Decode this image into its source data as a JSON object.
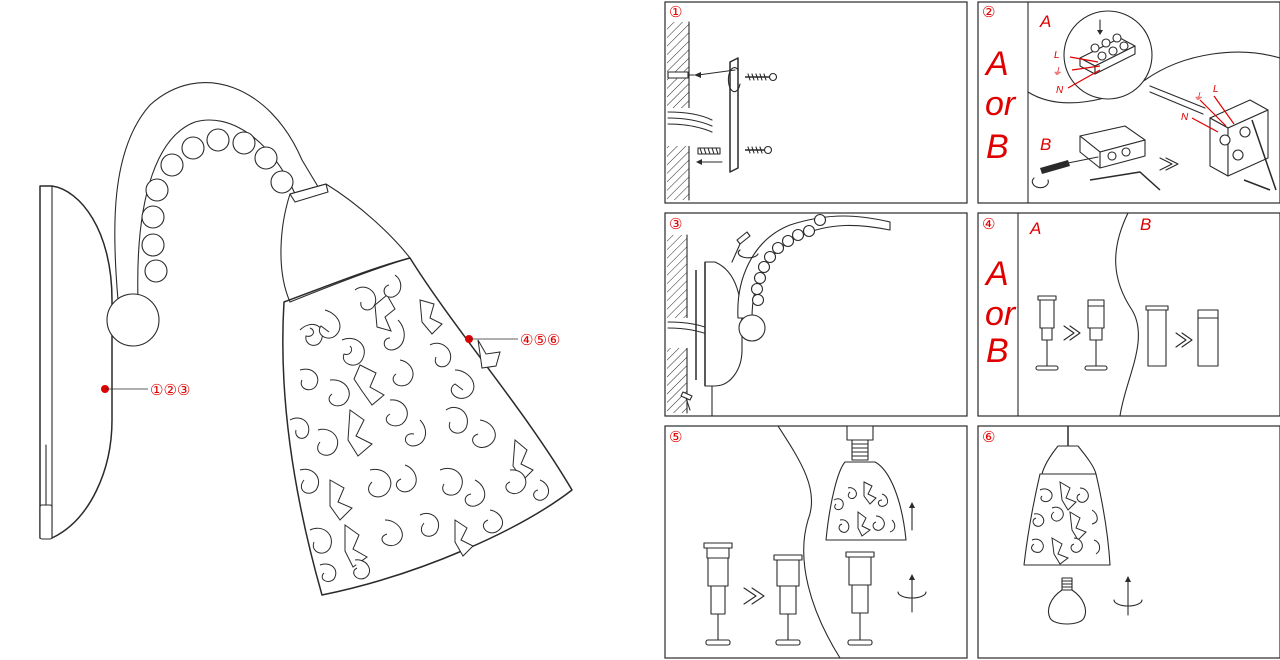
{
  "main_callouts": {
    "base_steps": "①②③",
    "shade_steps": "④⑤⑥"
  },
  "panels": [
    {
      "step": "①"
    },
    {
      "step": "②",
      "option_a": "A",
      "or_text": "or",
      "option_b": "B",
      "labels": {
        "a": "A",
        "b": "B",
        "live": "L",
        "neutral": "N",
        "earth": "⏚"
      }
    },
    {
      "step": "③"
    },
    {
      "step": "④",
      "option_a": "A",
      "or_text": "or",
      "option_b": "B",
      "labels": {
        "a": "A",
        "b": "B"
      }
    },
    {
      "step": "⑤"
    },
    {
      "step": "⑥"
    }
  ],
  "colors": {
    "accent": "#e00000",
    "line": "#2a2a2a"
  }
}
